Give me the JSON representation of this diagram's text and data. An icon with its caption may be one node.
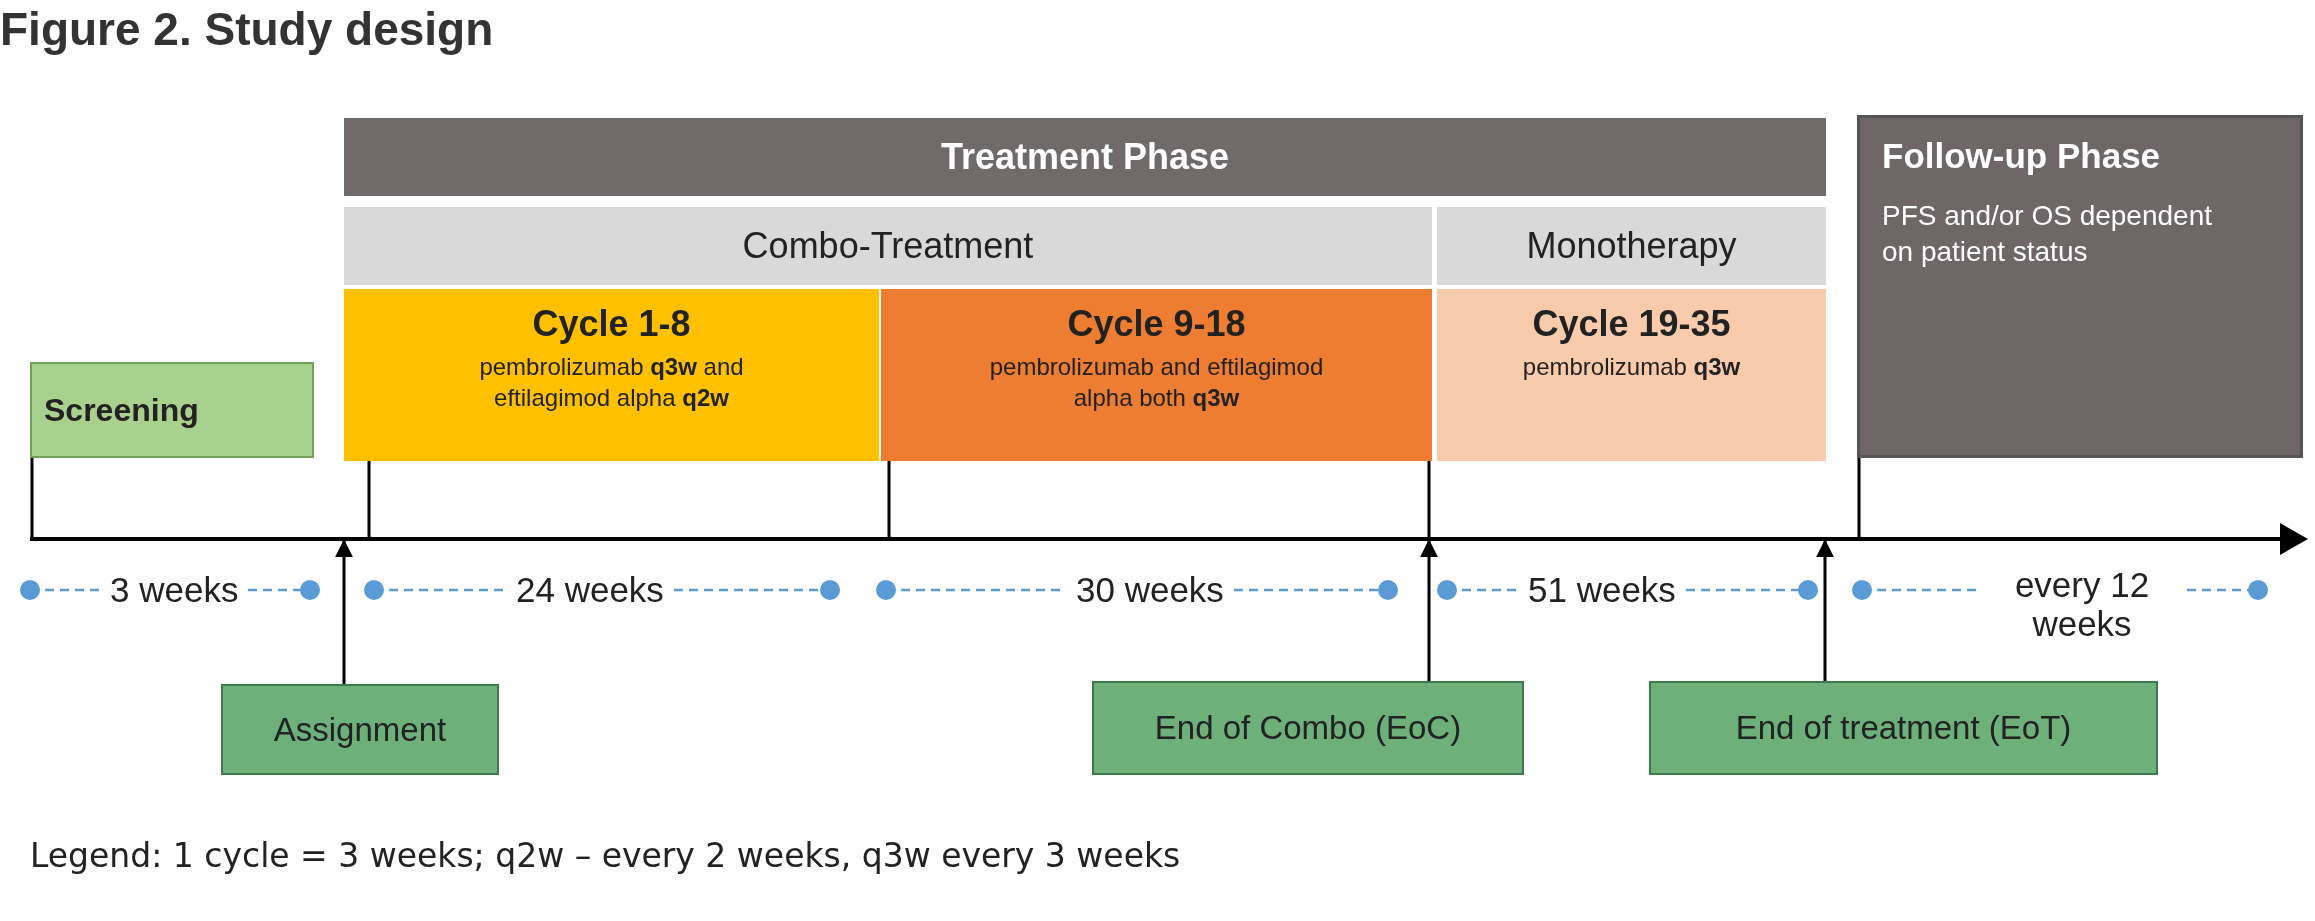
{
  "diagram": {
    "title": "Figure 2. Study design",
    "nodes": [
      {
        "text": [
          "Treatment Phase"
        ]
      },
      {
        "text": [
          "Combo-Treatment"
        ]
      },
      {
        "text": [
          "Monotherapy"
        ]
      },
      {
        "text": [
          "Cycle 1-8",
          "pembrolizumab **q3w** and eftilagimod alpha **q2w**"
        ]
      },
      {
        "text": [
          "Cycle 9-18",
          "pembrolizumab and eftilagimod alpha both **q3w**"
        ]
      },
      {
        "text": [
          "Cycle 19-35",
          "pembrolizumab **q3w**"
        ]
      },
      {
        "text": [
          "Follow-up Phase",
          "PFS and/or OS dependent on patient status"
        ]
      },
      {
        "text": [
          "Screening"
        ]
      },
      {
        "text": [
          "Assignment"
        ]
      },
      {
        "text": [
          "End of Combo (EoC)"
        ]
      },
      {
        "text": [
          "End of treatment (EoT)"
        ]
      },
      {
        "text": [],
        "shape": "arrow"
      }
    ],
    "edges": [
      {
        "from": 8,
        "to": 11,
        "arrow": "to"
      },
      {
        "from": 9,
        "to": 11,
        "arrow": "to"
      },
      {
        "from": 10,
        "to": 11,
        "arrow": "to"
      },
      {
        "from": 7,
        "to": 11,
        "arrow": "none"
      },
      {
        "from": 3,
        "to": 11,
        "arrow": "none"
      },
      {
        "from": 4,
        "to": 11,
        "arrow": "none"
      },
      {
        "from": 4,
        "to": 11,
        "arrow": "none"
      },
      {
        "from": 6,
        "to": 11,
        "arrow": "none"
      }
    ],
    "labels": [
      "3 weeks",
      "24 weeks",
      "30 weeks",
      "51 weeks",
      "every 12 weeks",
      "Legend: 1 cycle = 3 weeks; q2w – every 2 weeks, q3w every 3 weeks"
    ]
  }
}
